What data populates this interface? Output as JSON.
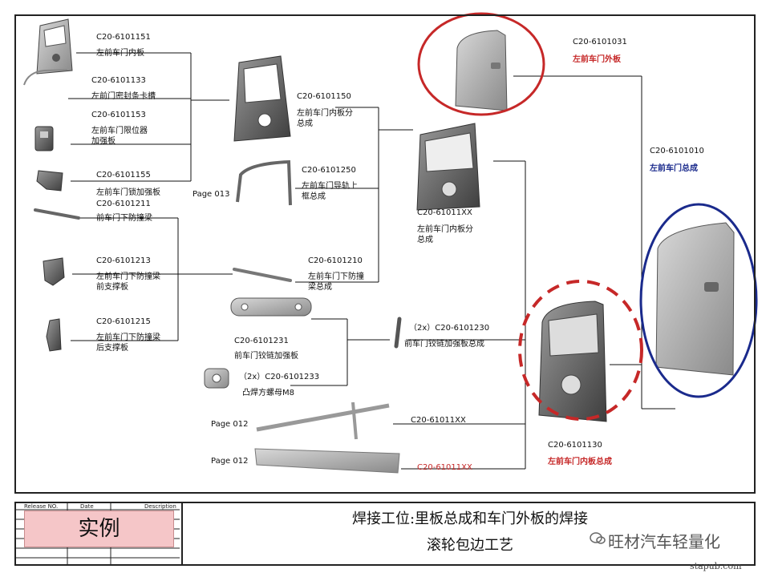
{
  "parts": {
    "p6101151": {
      "code": "C20-6101151",
      "name": "左前车门内板"
    },
    "p6101133": {
      "code": "C20-6101133",
      "name": "左前门密封条卡槽"
    },
    "p6101153": {
      "code": "C20-6101153",
      "name1": "左前车门限位器",
      "name2": "加强板"
    },
    "p6101155": {
      "code": "C20-6101155",
      "name": "左前车门锁加强板"
    },
    "p6101211": {
      "code": "C20-6101211",
      "name": "前车门下防撞梁"
    },
    "p6101213": {
      "code": "C20-6101213",
      "name1": "左前车门下防撞梁",
      "name2": "前支撑板"
    },
    "p6101215": {
      "code": "C20-6101215",
      "name1": "左前车门下防撞梁",
      "name2": "后支撑板"
    },
    "p6101150": {
      "code": "C20-6101150",
      "name1": "左前车门内板分",
      "name2": "总成"
    },
    "p6101250": {
      "code": "C20-6101250",
      "name1": "左前车门导轨上",
      "name2": "框总成"
    },
    "p6101210": {
      "code": "C20-6101210",
      "name1": "左前车门下防撞",
      "name2": "梁总成"
    },
    "p6101231": {
      "code": "C20-6101231",
      "name": "前车门铰链加强板"
    },
    "p6101233": {
      "code": "（2x）C20-6101233",
      "name": "凸焊方螺母M8"
    },
    "p61011xx_a": {
      "code": "C20-61011XX",
      "name1": "左前车门内板分",
      "name2": "总成"
    },
    "p6101230": {
      "code": "（2x）C20-6101230",
      "name": "前车门铰链加强板总成"
    },
    "p6101031": {
      "code": "C20-6101031",
      "name": "左前车门外板"
    },
    "p6101010": {
      "code": "C20-6101010",
      "name": "左前车门总成"
    },
    "p6101130": {
      "code": "C20-6101130",
      "name": "左前车门内板总成"
    },
    "p61011xx_b": {
      "code": "C20-61011XX"
    },
    "p61011xx_c": {
      "code": "C20-61011XX"
    }
  },
  "page_refs": {
    "page013": "Page 013",
    "page012a": "Page 012",
    "page012b": "Page 012"
  },
  "title_block": {
    "release_no": "Release  NO.",
    "date": "Date",
    "description": "Description",
    "stamp": "实例",
    "title_line1": "焊接工位:里板总成和车门外板的焊接",
    "title_line2": "滚轮包边工艺"
  },
  "watermark": "旺材汽车轻量化",
  "site": "stapub.com",
  "colors": {
    "accent_red": "#c62828",
    "accent_blue": "#1a2a8c",
    "stamp_bg": "#f5c6c8"
  }
}
